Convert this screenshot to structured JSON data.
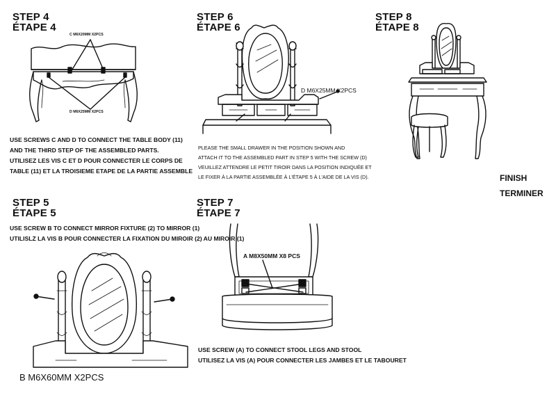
{
  "steps": {
    "step4": {
      "title_en": "STEP 4",
      "title_fr": "ÉTAPE 4",
      "callout_c": "C M6X20MM X2PCS",
      "callout_d": "D M6X25MM X2PCS",
      "lines": [
        "USE SCREWS C AND D TO CONNECT THE TABLE BODY (11)",
        "AND THE THIRD STEP OF THE ASSEMBLED PARTS.",
        "UTILISEZ LES VIS C ET D POUR CONNECTER LE CORPS DE",
        "TABLE (11) ET LA TROISIEME ETAPE DE LA PARTIE ASSEMBLE"
      ]
    },
    "step5": {
      "title_en": "STEP 5",
      "title_fr": "ÉTAPE 5",
      "lines": [
        "USE SCREW B TO CONNECT MIRROR FIXTURE (2) TO MIRROR (1)",
        "UTILISLZ LA VIS B POUR CONNECTER LA FIXATION DU MIROIR (2) AU MIROIR (1)"
      ],
      "callout_b": "B M6X60MM X2PCS"
    },
    "step6": {
      "title_en": "STEP 6",
      "title_fr": "ÉTAPE 6",
      "callout_d": "D M6X25MM X2PCS",
      "lines": [
        "PLEASE THE SMALL DRAWER IN THE POSITION SHOWN AND",
        "ATTACH IT TO THE ASSEMBLED PART IN STEP 5 WITH THE SCREW (D)",
        "VEUILLEZ ATTENDRE LE PETIT TIROIR DANS LA POSITION INDIQUÉE ET",
        "LE FIXER À LA PARTIE ASSEMBLÉE À L'ÉTAPE 5 À L'AIDE DE LA VIS (D)."
      ]
    },
    "step7": {
      "title_en": "STEP 7",
      "title_fr": "ÉTAPE 7",
      "callout_a": "A M8X50MM X8 PCS",
      "lines": [
        "USE SCREW (A) TO CONNECT STOOL LEGS AND STOOL",
        "UTILISEZ LA VIS (A) POUR CONNECTER LES JAMBES ET LE TABOURET"
      ]
    },
    "step8": {
      "title_en": "STEP 8",
      "title_fr": "ÉTAPE 8"
    }
  },
  "finish": {
    "en": "FINISH",
    "fr": "TERMINER"
  }
}
